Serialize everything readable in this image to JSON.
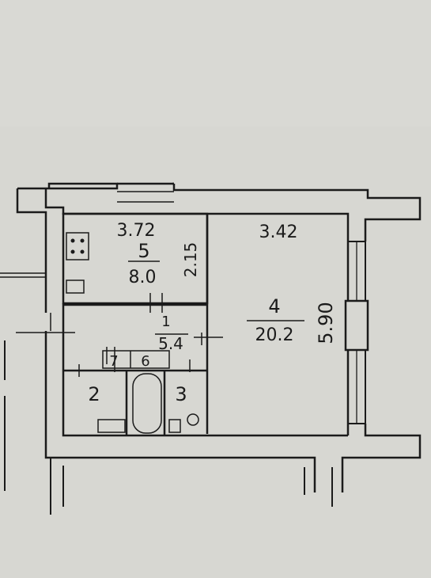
{
  "rooms": {
    "kitchen": {
      "width_label": "3.72",
      "number": "5",
      "area": "8.0",
      "depth_label": "2.15"
    },
    "living": {
      "width_label": "3.42",
      "number": "4",
      "area": "20.2",
      "depth_label": "5.90"
    },
    "hall": {
      "number": "1",
      "area": "5.4"
    },
    "toilet": {
      "number": "2"
    },
    "bath": {
      "number": "3"
    },
    "storage_a": {
      "number": "7"
    },
    "storage_b": {
      "number": "6"
    }
  },
  "colors": {
    "paper": "#d7d7d2",
    "wall": "#1b1b1b"
  }
}
